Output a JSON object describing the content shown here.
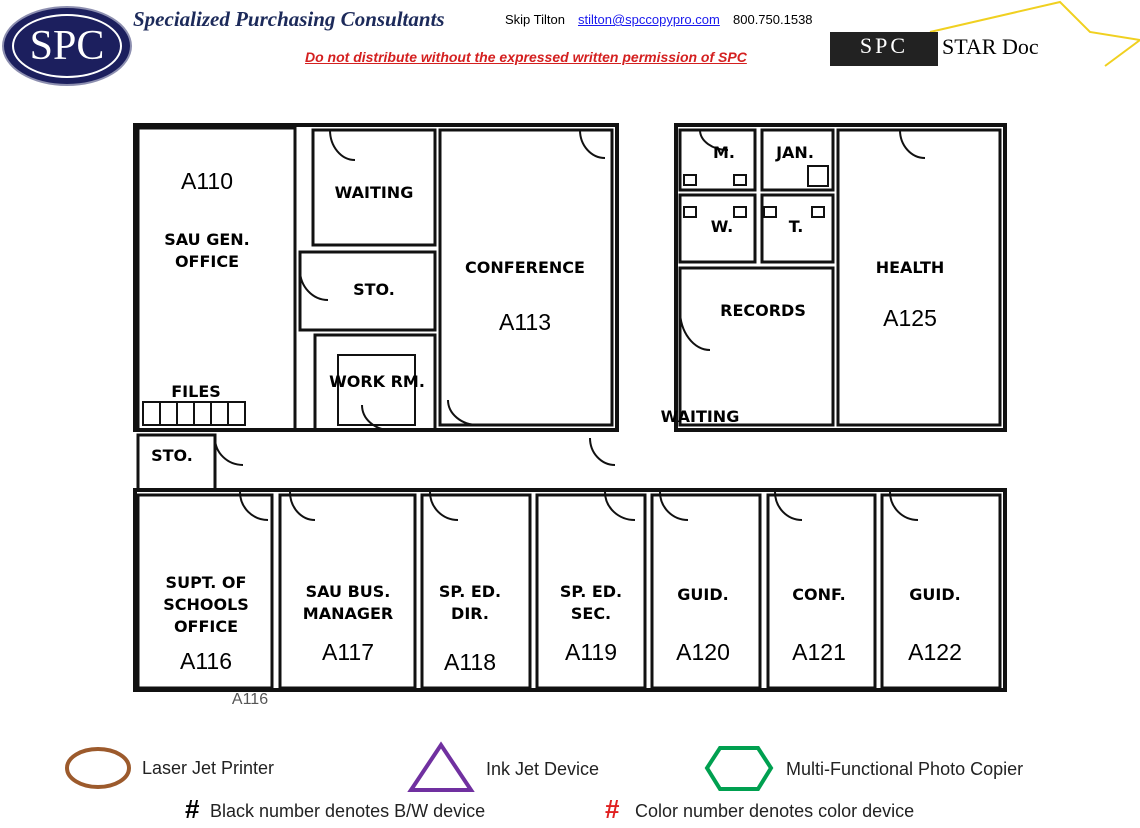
{
  "header": {
    "logo_text": "SPC",
    "company": "Specialized Purchasing Consultants",
    "contact_name": "Skip Tilton",
    "contact_email": "stilton@spccopypro.com",
    "contact_phone": "800.750.1538",
    "warning": "Do not distribute without the expressed written permission of SPC",
    "star_doc_logo": {
      "left": "SPC",
      "right": "STAR Doc"
    }
  },
  "floor_plan": {
    "rooms": [
      {
        "number": "A110",
        "name": [
          "SAU GEN.",
          "OFFICE"
        ]
      },
      {
        "number": "",
        "name": [
          "WAITING"
        ]
      },
      {
        "number": "",
        "name": [
          "STO."
        ]
      },
      {
        "number": "",
        "name": [
          "WORK RM."
        ]
      },
      {
        "number": "A113",
        "name": [
          "CONFERENCE"
        ]
      },
      {
        "number": "",
        "name": [
          "M."
        ]
      },
      {
        "number": "",
        "name": [
          "JAN."
        ]
      },
      {
        "number": "",
        "name": [
          "W."
        ]
      },
      {
        "number": "",
        "name": [
          "T."
        ]
      },
      {
        "number": "",
        "name": [
          "RECORDS"
        ]
      },
      {
        "number": "A125",
        "name": [
          "HEALTH"
        ]
      },
      {
        "number": "",
        "name": [
          "STO."
        ]
      },
      {
        "number": "A116",
        "name": [
          "SUPT. OF",
          "SCHOOLS",
          "OFFICE"
        ]
      },
      {
        "number": "A117",
        "name": [
          "SAU BUS.",
          "MANAGER"
        ]
      },
      {
        "number": "A118",
        "name": [
          "SP. ED.",
          "DIR."
        ]
      },
      {
        "number": "A119",
        "name": [
          "SP. ED.",
          "SEC."
        ]
      },
      {
        "number": "A120",
        "name": [
          "GUID."
        ]
      },
      {
        "number": "A121",
        "name": [
          "CONF."
        ]
      },
      {
        "number": "A122",
        "name": [
          "GUID."
        ]
      }
    ],
    "extra_labels": {
      "files": "FILES",
      "waiting": "WAITING",
      "stray": "A116"
    }
  },
  "legend": {
    "items": [
      {
        "label": "Laser Jet Printer",
        "shape": "ellipse",
        "color": "#9c5a2c"
      },
      {
        "label": "Ink Jet Device",
        "shape": "triangle",
        "color": "#7030a0"
      },
      {
        "label": "Multi-Functional Photo Copier",
        "shape": "hexagon",
        "color": "#00a050"
      }
    ],
    "bw_symbol": "#",
    "bw_text": "Black number denotes B/W device",
    "color_symbol": "#",
    "color_symbol_color": "#e02020",
    "color_text": "Color number denotes color device"
  }
}
